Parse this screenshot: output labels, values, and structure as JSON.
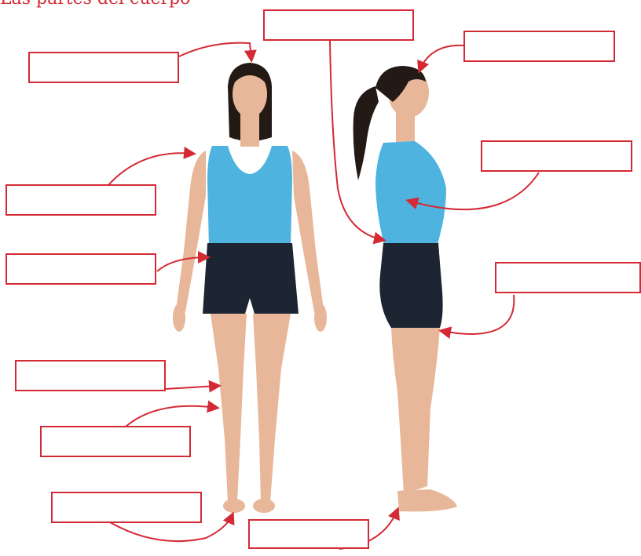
{
  "title": "Las partes del cuerpo",
  "colors": {
    "accent": "#d42a35",
    "top": "#4fb3e0",
    "shorts": "#1d2533",
    "skin": "#e8b79a",
    "hair": "#231a16"
  },
  "label_boxes": [
    {
      "name": "label-box-head",
      "value": ""
    },
    {
      "name": "label-box-neck",
      "value": ""
    },
    {
      "name": "label-box-shoulder",
      "value": ""
    },
    {
      "name": "label-box-waist",
      "value": ""
    },
    {
      "name": "label-box-thigh",
      "value": ""
    },
    {
      "name": "label-box-knee",
      "value": ""
    },
    {
      "name": "label-box-ankle",
      "value": ""
    },
    {
      "name": "label-box-back",
      "value": ""
    },
    {
      "name": "label-box-foot",
      "value": ""
    },
    {
      "name": "label-box-hair",
      "value": ""
    },
    {
      "name": "label-box-chest",
      "value": ""
    },
    {
      "name": "label-box-hand",
      "value": ""
    }
  ]
}
